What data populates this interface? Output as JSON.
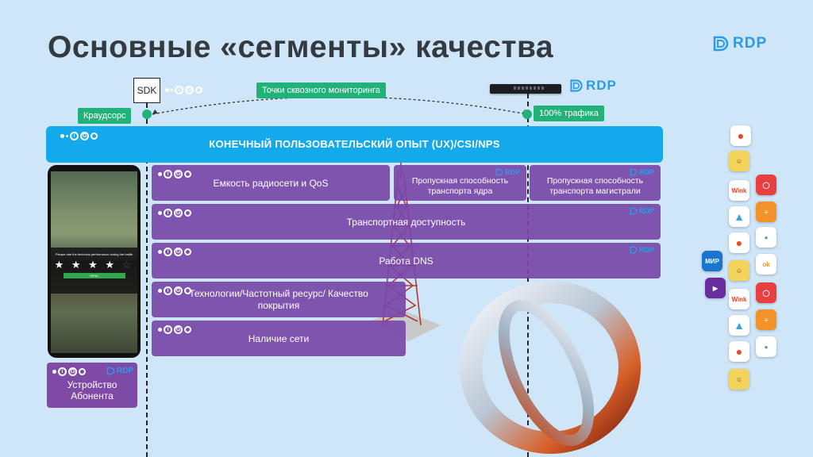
{
  "title": "Основные «сегменты» качества",
  "brand": {
    "name": "RDP"
  },
  "sdk_label": "SDK",
  "monitoring_label": "Точки сквозного мониторинга",
  "crowdsource_label": "Краудсорс",
  "traffic_label": "100% трафика",
  "server_brand": "RDP",
  "ux_bar": {
    "text": "КОНЕЧНЫЙ ПОЛЬЗОВАТЕЛЬСКИЙ ОПЫТ (UX)/CSI/NPS"
  },
  "segments": {
    "radio": "Емкость радиосети и QoS",
    "core": "Пропускная способность транспорта ядра",
    "backbone": "Пропускная способность транспорта магистрали",
    "transport": "Транспортная доступность",
    "dns": "Работа DNS",
    "tech": "Технологии/Частотный ресурс/ Качество покрытия",
    "network": "Наличие сети"
  },
  "device": {
    "line1": "Устройство",
    "line2": "Абонента"
  },
  "phone": {
    "prompt": "Please rate the technical performance during the battle",
    "stars_on": "★ ★ ★ ★",
    "stars_off": "☆",
    "send": "SEND",
    "rating": 4
  },
  "apps": {
    "wink1": "Wink",
    "wink2": "Wink",
    "mir": "МИР",
    "ok": "ok"
  },
  "colors": {
    "background": "#cfe6f8",
    "ux_blue": "#13a9ea",
    "segment_purple": "#7848a8",
    "monitor_green": "#21b27a",
    "brand_blue": "#2b9be6"
  },
  "icons": [
    "rdp-logo-icon",
    "igo-logo-icon",
    "server-icon",
    "cell-tower-icon",
    "ring-3d-icon",
    "star-icon"
  ]
}
